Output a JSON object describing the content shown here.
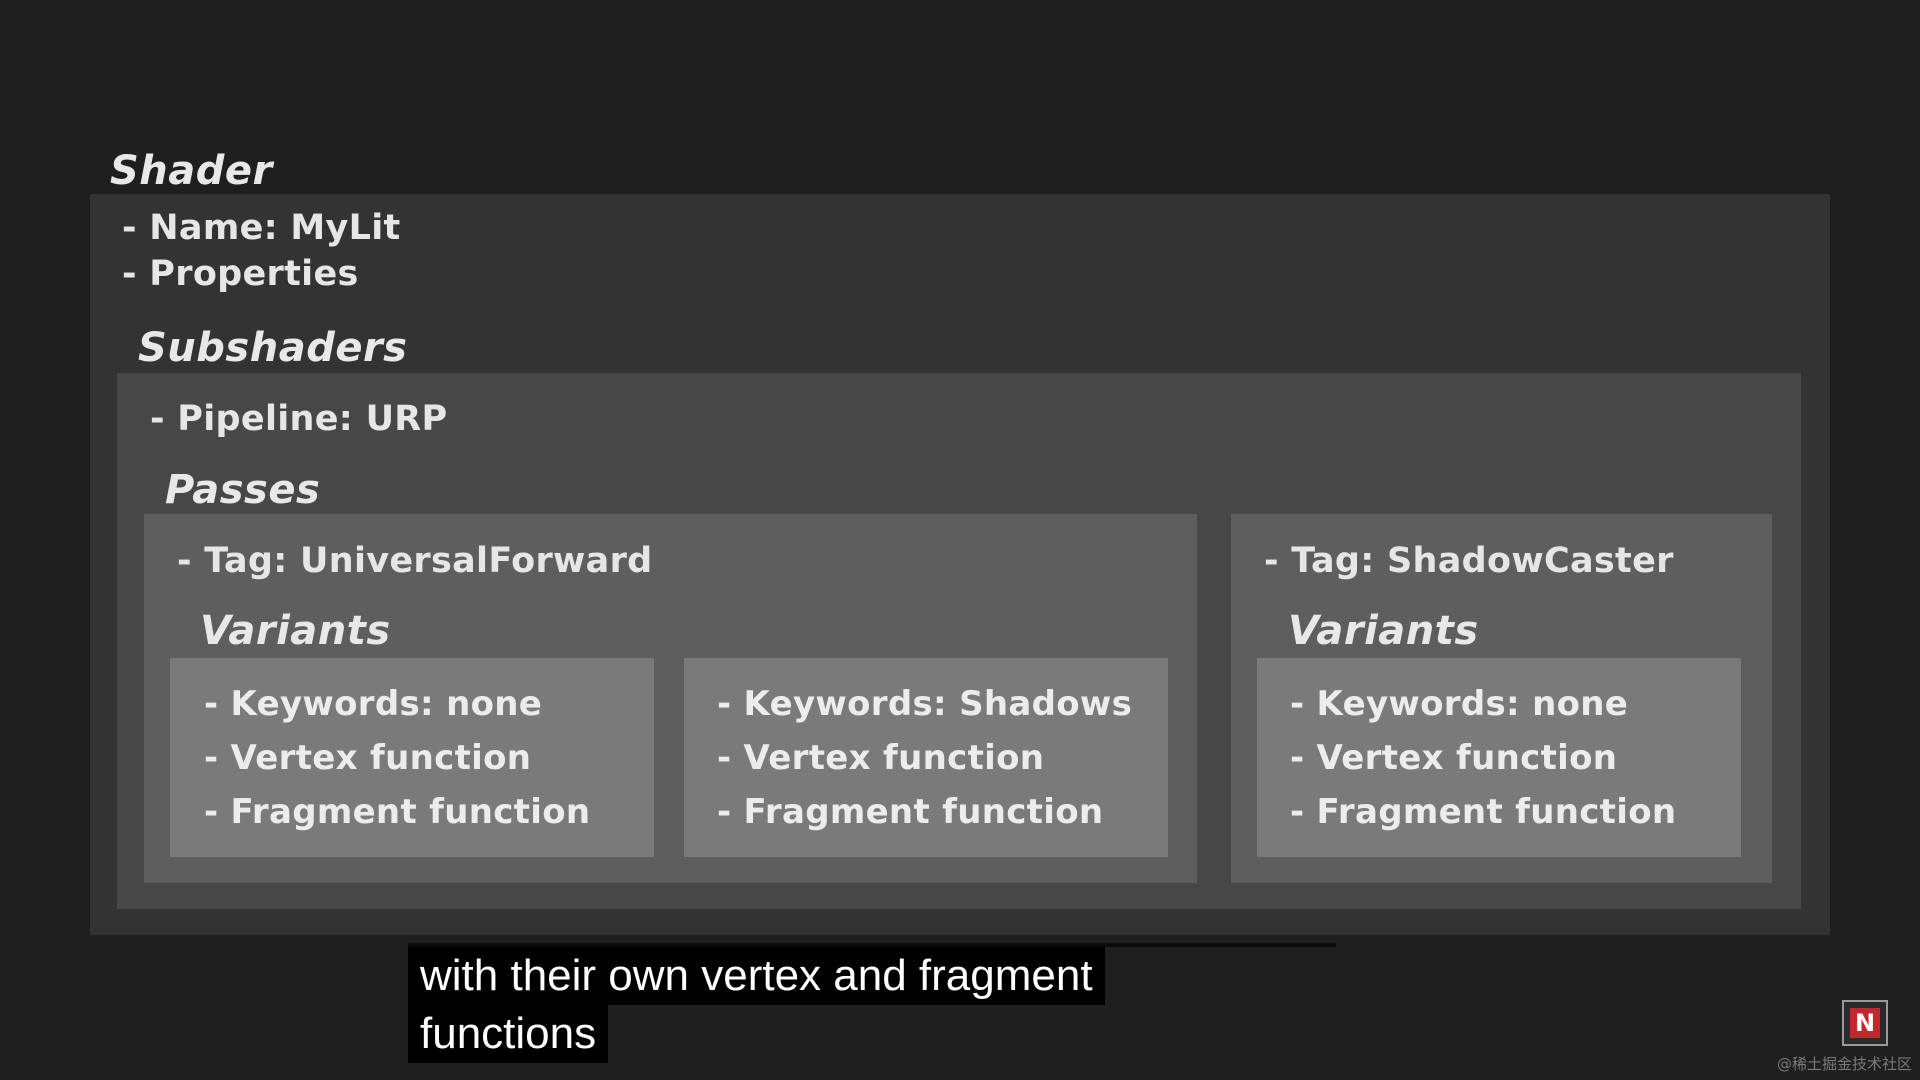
{
  "diagram": {
    "shader": {
      "title": "Shader",
      "name": "- Name: MyLit",
      "properties": "- Properties"
    },
    "subshaders": {
      "title": "Subshaders",
      "pipeline": "- Pipeline: URP"
    },
    "passes": {
      "title": "Passes",
      "forward": {
        "tag": "- Tag: UniversalForward",
        "variants_title": "Variants",
        "variant_a": {
          "keywords": "- Keywords: none",
          "vertex": "- Vertex function",
          "fragment": "- Fragment function"
        },
        "variant_b": {
          "keywords": "- Keywords: Shadows",
          "vertex": "- Vertex function",
          "fragment": "- Fragment function"
        }
      },
      "shadow": {
        "tag": "- Tag: ShadowCaster",
        "variants_title": "Variants",
        "variant_a": {
          "keywords": "- Keywords: none",
          "vertex": "- Vertex function",
          "fragment": "- Fragment function"
        }
      }
    }
  },
  "subtitle": {
    "line1": "with their own vertex and fragment",
    "line2": "functions"
  },
  "logo": {
    "letter": "N",
    "icon": "channel-logo-icon",
    "color": "#c0282d"
  },
  "watermark": "@稀土掘金技术社区",
  "colors": {
    "background": "#1f1f1f",
    "shader_box": "#333333",
    "subshader_box": "#474747",
    "pass_box": "#5e5e5e",
    "variant_box": "#7a7a7a",
    "text": "#e6e6e6"
  }
}
